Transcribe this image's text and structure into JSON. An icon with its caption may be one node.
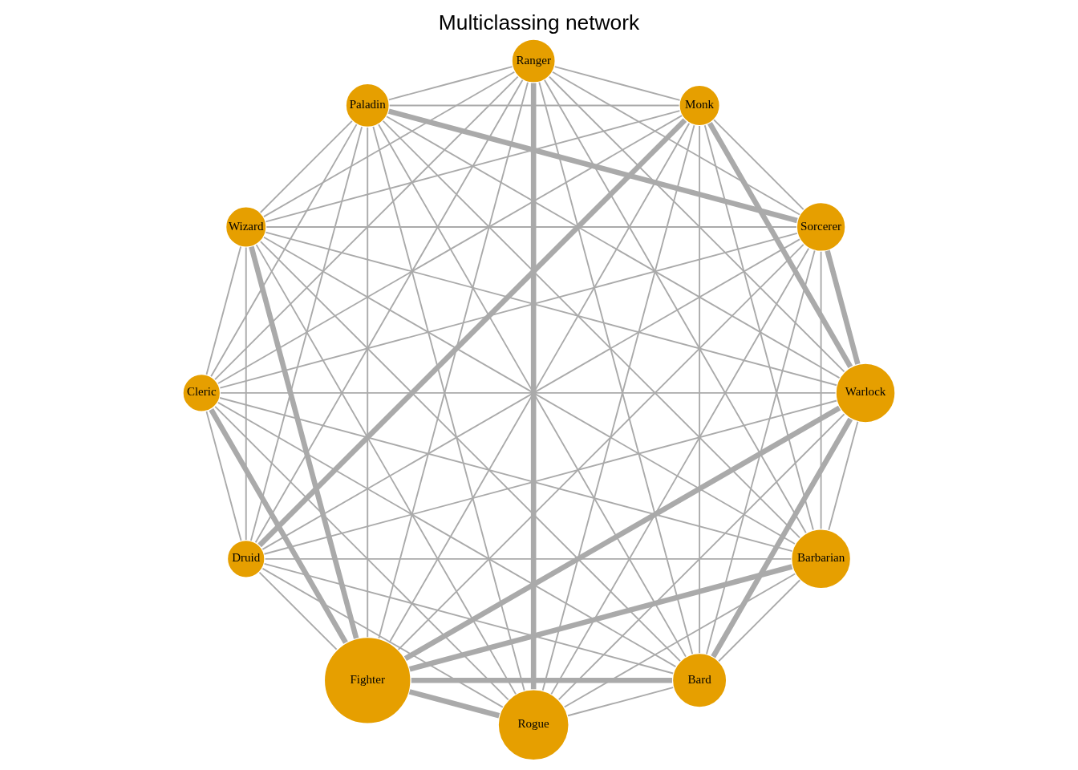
{
  "diagram": {
    "title": "Multiclassing network",
    "nodes": [
      {
        "text": [
          "Barbarian"
        ]
      },
      {
        "text": [
          "Warlock"
        ]
      },
      {
        "text": [
          "Rogue"
        ]
      },
      {
        "text": [
          "Fighter"
        ]
      },
      {
        "text": [
          "Druid"
        ]
      },
      {
        "text": [
          "Cleric"
        ]
      },
      {
        "text": [
          "Wizard"
        ]
      },
      {
        "text": [
          "Paladin"
        ]
      },
      {
        "text": [
          "Ranger"
        ]
      },
      {
        "text": [
          "Monk"
        ]
      },
      {
        "text": [
          "Sorcerer"
        ]
      },
      {
        "text": [
          "Bard"
        ]
      }
    ],
    "edges": [
      {
        "from": 0,
        "to": 1,
        "arrow": "none"
      },
      {
        "from": 0,
        "to": 2,
        "arrow": "none"
      },
      {
        "from": 0,
        "to": 3,
        "arrow": "none",
        "style": "thick"
      },
      {
        "from": 0,
        "to": 4,
        "arrow": "none"
      },
      {
        "from": 0,
        "to": 5,
        "arrow": "none"
      },
      {
        "from": 0,
        "to": 6,
        "arrow": "none"
      },
      {
        "from": 0,
        "to": 7,
        "arrow": "none"
      },
      {
        "from": 0,
        "to": 8,
        "arrow": "none"
      },
      {
        "from": 0,
        "to": 9,
        "arrow": "none"
      },
      {
        "from": 0,
        "to": 10,
        "arrow": "none"
      },
      {
        "from": 0,
        "to": 11,
        "arrow": "none"
      },
      {
        "from": 1,
        "to": 2,
        "arrow": "none"
      },
      {
        "from": 1,
        "to": 3,
        "arrow": "none",
        "style": "thick"
      },
      {
        "from": 1,
        "to": 4,
        "arrow": "none"
      },
      {
        "from": 1,
        "to": 5,
        "arrow": "none"
      },
      {
        "from": 1,
        "to": 6,
        "arrow": "none"
      },
      {
        "from": 1,
        "to": 7,
        "arrow": "none"
      },
      {
        "from": 1,
        "to": 8,
        "arrow": "none"
      },
      {
        "from": 1,
        "to": 9,
        "arrow": "none",
        "style": "thick"
      },
      {
        "from": 1,
        "to": 10,
        "arrow": "none",
        "style": "thick"
      },
      {
        "from": 1,
        "to": 11,
        "arrow": "none",
        "style": "thick"
      },
      {
        "from": 2,
        "to": 3,
        "arrow": "none",
        "style": "thick"
      },
      {
        "from": 2,
        "to": 4,
        "arrow": "none"
      },
      {
        "from": 2,
        "to": 5,
        "arrow": "none"
      },
      {
        "from": 2,
        "to": 6,
        "arrow": "none"
      },
      {
        "from": 2,
        "to": 7,
        "arrow": "none"
      },
      {
        "from": 2,
        "to": 8,
        "arrow": "none",
        "style": "thick"
      },
      {
        "from": 2,
        "to": 9,
        "arrow": "none"
      },
      {
        "from": 2,
        "to": 10,
        "arrow": "none"
      },
      {
        "from": 2,
        "to": 11,
        "arrow": "none"
      },
      {
        "from": 3,
        "to": 4,
        "arrow": "none"
      },
      {
        "from": 3,
        "to": 5,
        "arrow": "none",
        "style": "thick"
      },
      {
        "from": 3,
        "to": 6,
        "arrow": "none",
        "style": "thick"
      },
      {
        "from": 3,
        "to": 7,
        "arrow": "none"
      },
      {
        "from": 3,
        "to": 8,
        "arrow": "none"
      },
      {
        "from": 3,
        "to": 9,
        "arrow": "none"
      },
      {
        "from": 3,
        "to": 10,
        "arrow": "none"
      },
      {
        "from": 3,
        "to": 11,
        "arrow": "none",
        "style": "thick"
      },
      {
        "from": 4,
        "to": 5,
        "arrow": "none"
      },
      {
        "from": 4,
        "to": 6,
        "arrow": "none"
      },
      {
        "from": 4,
        "to": 7,
        "arrow": "none"
      },
      {
        "from": 4,
        "to": 8,
        "arrow": "none"
      },
      {
        "from": 4,
        "to": 9,
        "arrow": "none",
        "style": "thick"
      },
      {
        "from": 4,
        "to": 10,
        "arrow": "none"
      },
      {
        "from": 4,
        "to": 11,
        "arrow": "none"
      },
      {
        "from": 5,
        "to": 6,
        "arrow": "none"
      },
      {
        "from": 5,
        "to": 7,
        "arrow": "none"
      },
      {
        "from": 5,
        "to": 8,
        "arrow": "none"
      },
      {
        "from": 5,
        "to": 9,
        "arrow": "none"
      },
      {
        "from": 5,
        "to": 10,
        "arrow": "none"
      },
      {
        "from": 5,
        "to": 11,
        "arrow": "none"
      },
      {
        "from": 6,
        "to": 7,
        "arrow": "none"
      },
      {
        "from": 6,
        "to": 8,
        "arrow": "none"
      },
      {
        "from": 6,
        "to": 9,
        "arrow": "none"
      },
      {
        "from": 6,
        "to": 10,
        "arrow": "none"
      },
      {
        "from": 6,
        "to": 11,
        "arrow": "none"
      },
      {
        "from": 7,
        "to": 8,
        "arrow": "none"
      },
      {
        "from": 7,
        "to": 9,
        "arrow": "none"
      },
      {
        "from": 7,
        "to": 10,
        "arrow": "none",
        "style": "thick"
      },
      {
        "from": 7,
        "to": 11,
        "arrow": "none"
      },
      {
        "from": 8,
        "to": 9,
        "arrow": "none"
      },
      {
        "from": 8,
        "to": 10,
        "arrow": "none"
      },
      {
        "from": 8,
        "to": 11,
        "arrow": "none"
      },
      {
        "from": 9,
        "to": 10,
        "arrow": "none"
      },
      {
        "from": 9,
        "to": 11,
        "arrow": "none"
      },
      {
        "from": 10,
        "to": 11,
        "arrow": "none"
      }
    ]
  }
}
